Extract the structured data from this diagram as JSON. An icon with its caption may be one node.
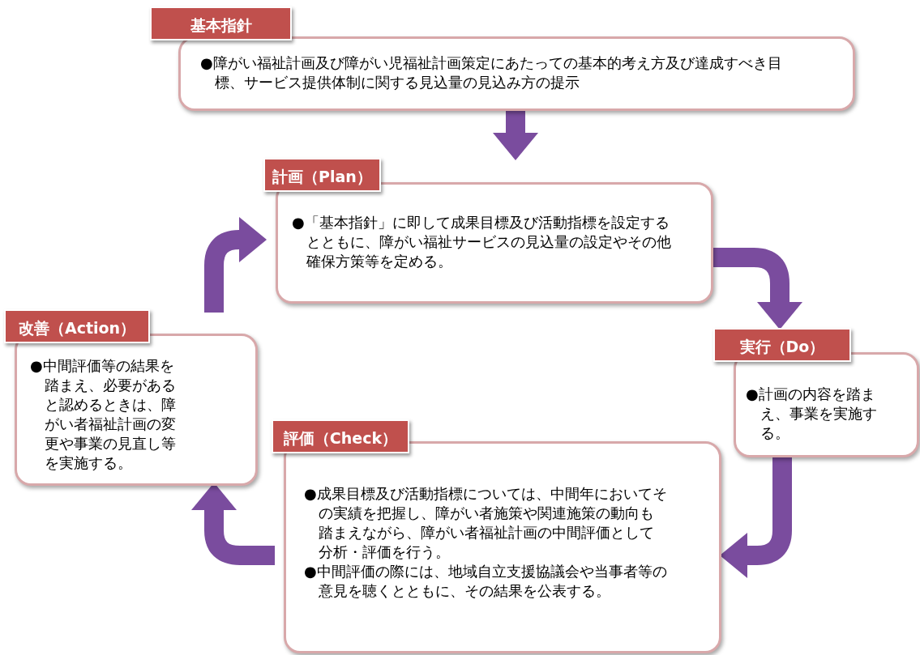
{
  "diagram": {
    "nodes": [
      {
        "text": [
          "基本指針",
          "●障がい福祉計画及び障がい児福祉計画策定にあたっての基本的考え方及び達成すべき目標、サービス提供体制に関する見込量の見込み方の提示"
        ]
      },
      {
        "text": [
          "計画（Plan）",
          "●「基本指針」に即して成果目標及び活動指標を設定するとともに、障がい福祉サービスの見込量の設定やその他確保方策等を定める。"
        ]
      },
      {
        "text": [
          "実行（Do）",
          "●計画の内容を踏まえ、事業を実施する。"
        ]
      },
      {
        "text": [
          "評価（Check）",
          "●成果目標及び活動指標については、中間年においてその実績を把握し、障がい者施策や関連施策の動向も踏まえながら、障がい者福祉計画の中間評価として分析・評価を行う。",
          "●中間評価の際には、地域自立支援協議会や当事者等の意見を聴くとともに、その結果を公表する。"
        ]
      },
      {
        "text": [
          "改善（Action）",
          "●中間評価等の結果を踏まえ、必要があると認めるときは、障がい者福祉計画の変更や事業の見直し等を実施する。"
        ]
      }
    ],
    "edges": [
      {
        "from": 0,
        "to": 1,
        "arrow": "to"
      },
      {
        "from": 1,
        "to": 2,
        "arrow": "to"
      },
      {
        "from": 2,
        "to": 3,
        "arrow": "to"
      },
      {
        "from": 3,
        "to": 4,
        "arrow": "to"
      },
      {
        "from": 4,
        "to": 1,
        "arrow": "to"
      }
    ]
  }
}
